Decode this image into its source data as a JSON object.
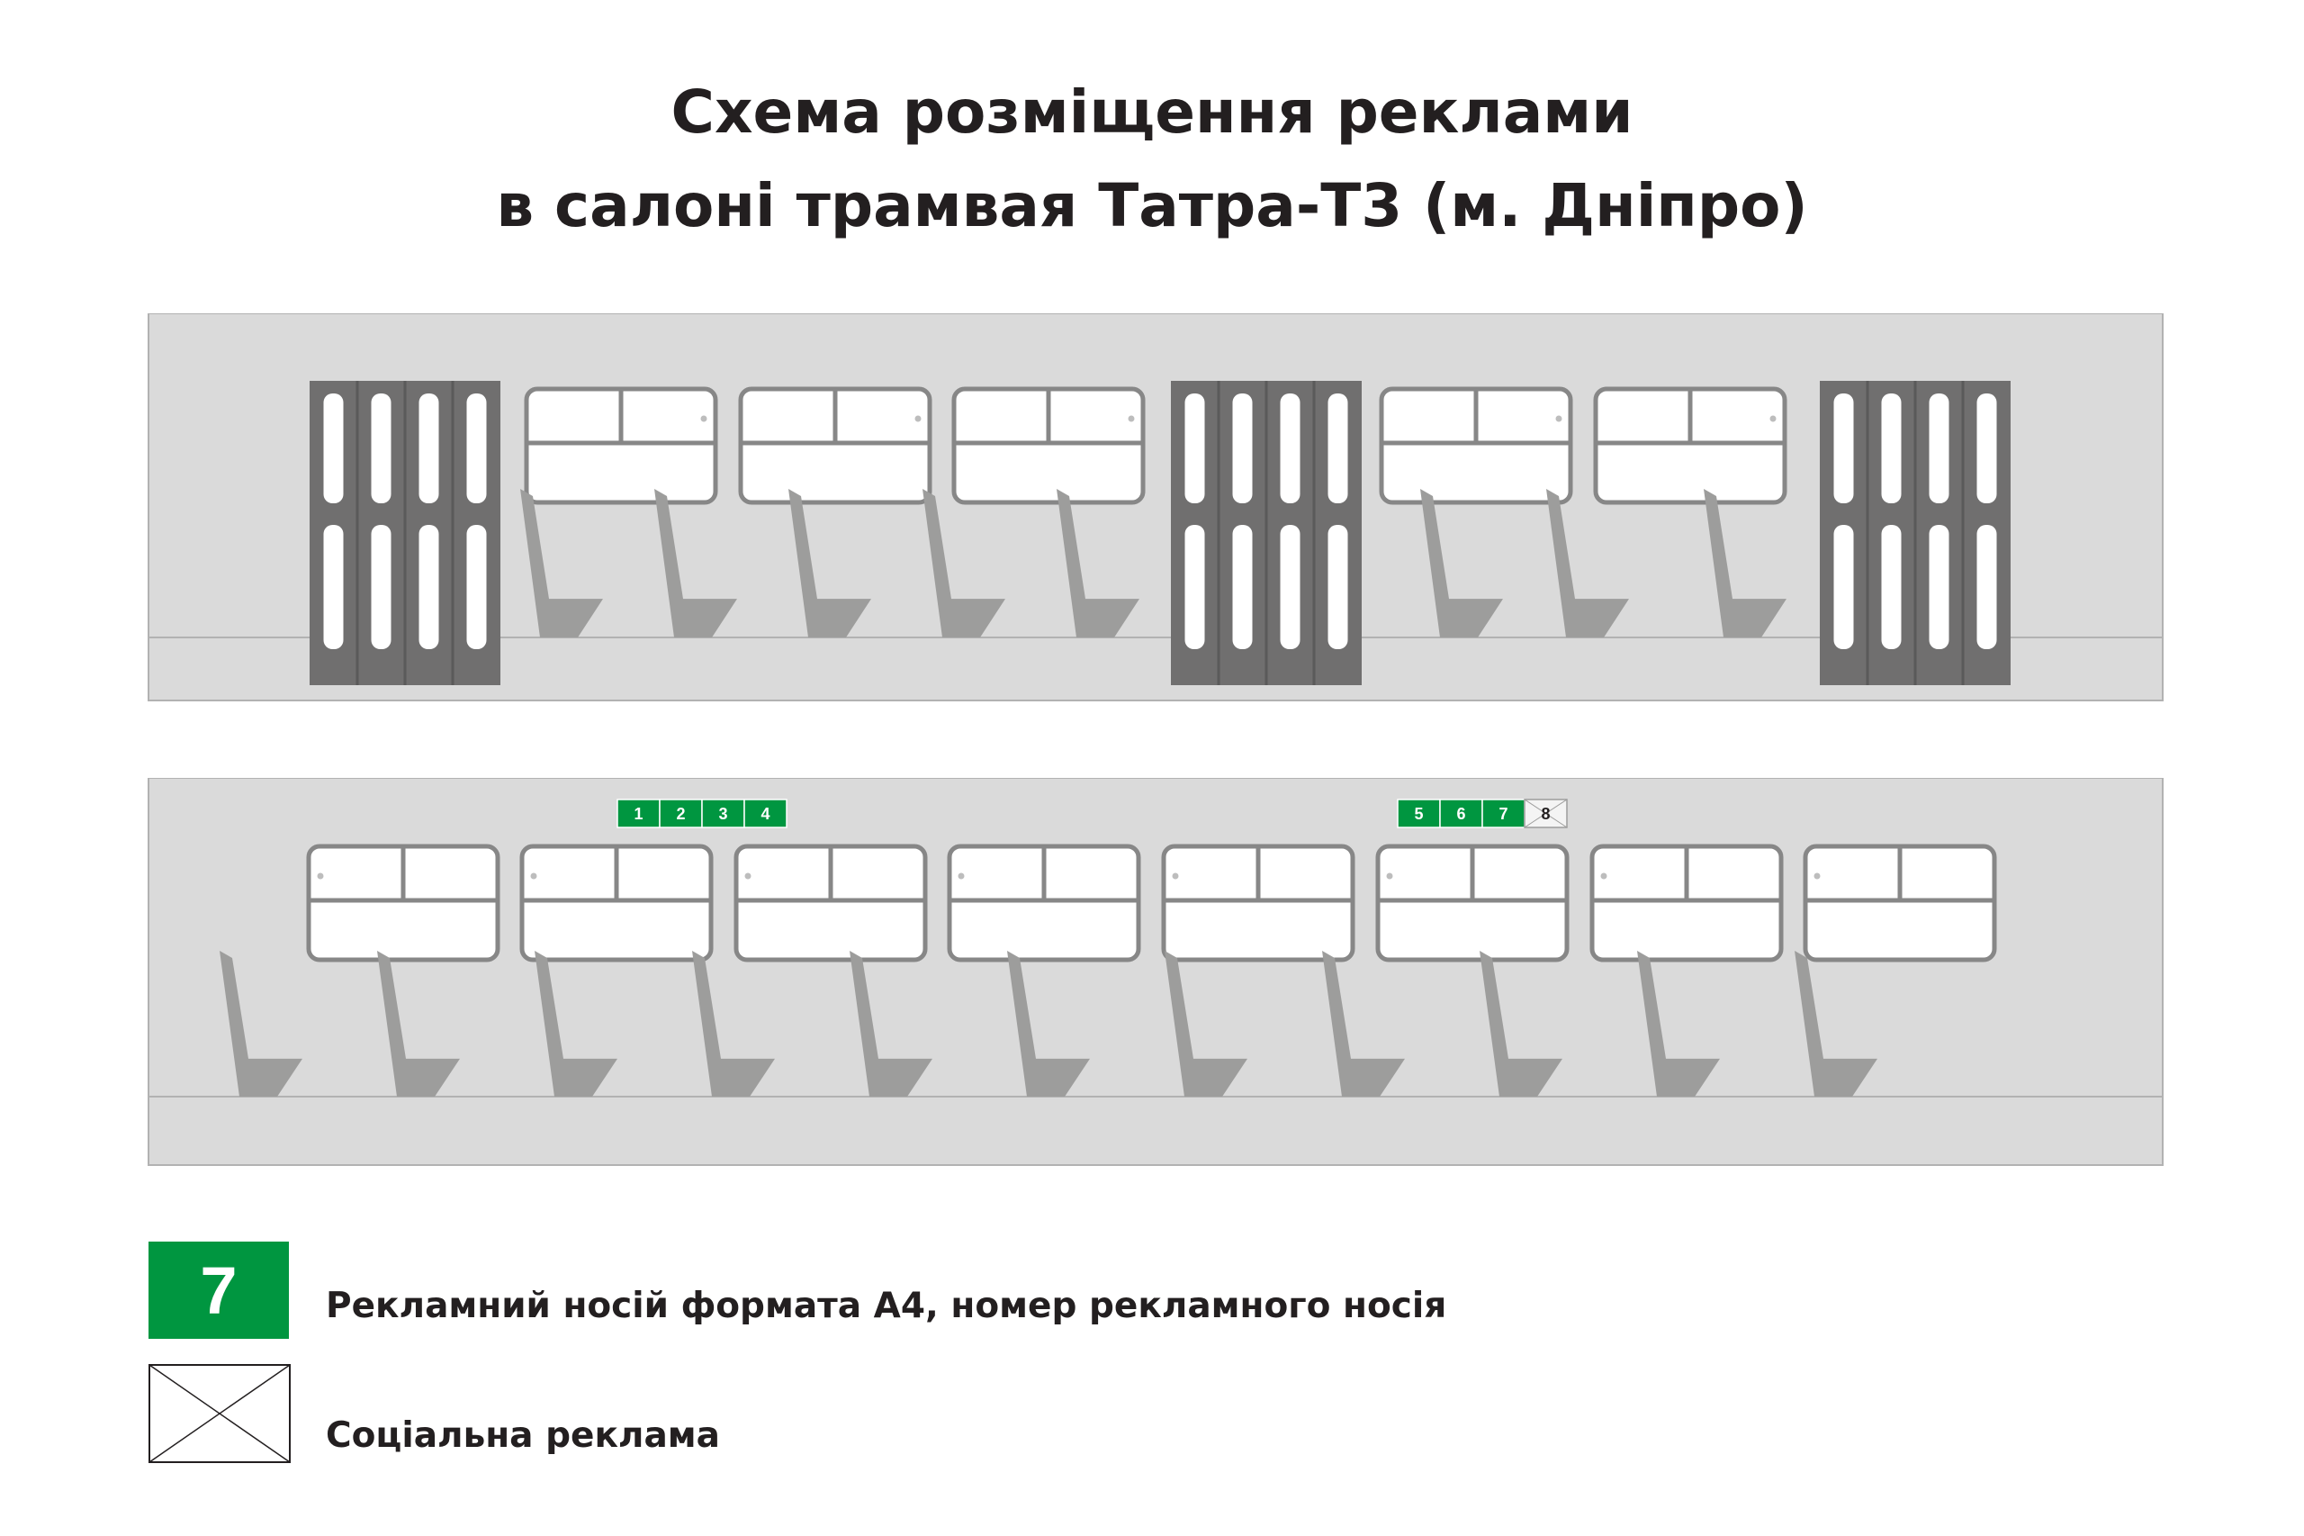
{
  "title": {
    "line1": "Схема розміщення реклами",
    "line2": "в салоні трамвая Татра-Т3 (м. Дніпро)"
  },
  "ad_slots": [
    {
      "label": "1",
      "type": "commercial"
    },
    {
      "label": "2",
      "type": "commercial"
    },
    {
      "label": "3",
      "type": "commercial"
    },
    {
      "label": "4",
      "type": "commercial"
    },
    {
      "label": "5",
      "type": "commercial"
    },
    {
      "label": "6",
      "type": "commercial"
    },
    {
      "label": "7",
      "type": "commercial"
    },
    {
      "label": "8",
      "type": "social"
    }
  ],
  "legend": {
    "commercial_key": "7",
    "commercial_text": "Рекламний носій формата А4, номер рекламного носія",
    "social_text": "Соціальна реклама"
  },
  "colors": {
    "ad_green": "#009640",
    "panel_bg": "#dadada",
    "door": "#706f6f",
    "seat": "#9d9d9c",
    "window_frame": "#878787",
    "text": "#231f20"
  }
}
